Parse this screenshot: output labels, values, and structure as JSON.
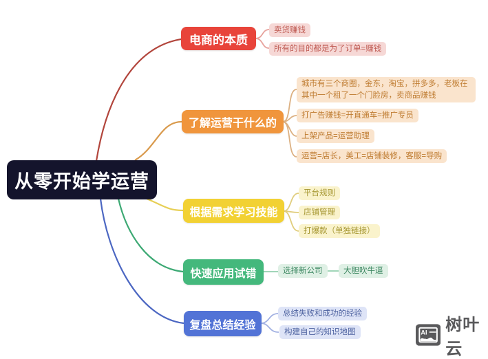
{
  "root": {
    "label": "从零开始学运营"
  },
  "branches": [
    {
      "label": "电商的本质",
      "color": "#e8443a",
      "children": [
        {
          "label": "卖货赚钱"
        },
        {
          "label": "所有的目的都是为了订单=赚钱"
        }
      ]
    },
    {
      "label": "了解运营干什么的",
      "color": "#f0953c",
      "children": [
        {
          "label": "城市有三个商圈，金东，淘宝，拼多多，老板在其中一个租了一个门脸房，卖商品赚钱"
        },
        {
          "label": "打广告赚钱=开直通车=推广专员"
        },
        {
          "label": "上架产品=运营助理"
        },
        {
          "label": "运营=店长，美工=店铺装修，客服=导购"
        }
      ]
    },
    {
      "label": "根据需求学习技能",
      "color": "#f2d133",
      "children": [
        {
          "label": "平台规则"
        },
        {
          "label": "店铺管理"
        },
        {
          "label": "打爆款（单独链接）"
        }
      ]
    },
    {
      "label": "快速应用试错",
      "color": "#44b87c",
      "children": [
        {
          "label": "选择新公司"
        },
        {
          "label": "大胆吹牛逼"
        }
      ]
    },
    {
      "label": "复盘总结经验",
      "color": "#5273d6",
      "children": [
        {
          "label": "总结失败和成功的经验"
        },
        {
          "label": "构建自己的知识地图"
        }
      ]
    }
  ],
  "watermark": {
    "icon_text": "AI",
    "brand": "树叶云"
  }
}
